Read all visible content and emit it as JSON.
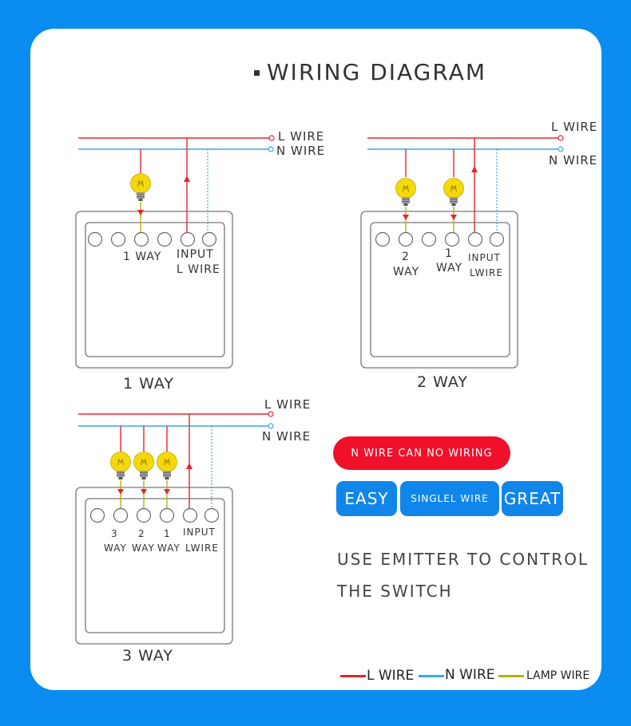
{
  "title": "WIRING DIAGRAM",
  "colors": {
    "background": "#0a8cf0",
    "l_wire": "#e8242c",
    "n_wire": "#3aa7d8",
    "lamp_wire": "#b8b000",
    "badge_red": "#f0102a",
    "badge_blue": "#1186ea",
    "bulb": "#f5d80a"
  },
  "diagrams": {
    "one_way": {
      "caption": "1 WAY",
      "l_wire": "L WIRE",
      "n_wire": "N WIRE",
      "terminals": {
        "t1": "1 WAY",
        "input": "INPUT",
        "lwire": "L WIRE"
      }
    },
    "two_way": {
      "caption": "2 WAY",
      "l_wire": "L WIRE",
      "n_wire": "N WIRE",
      "terminals": {
        "t2_num": "2",
        "t2_way": "WAY",
        "t1_num": "1",
        "t1_way": "WAY",
        "input": "INPUT",
        "lwire": "LWIRE"
      }
    },
    "three_way": {
      "caption": "3 WAY",
      "l_wire": "L WIRE",
      "n_wire": "N WIRE",
      "terminals": {
        "t3_num": "3",
        "t3_way": "WAY",
        "t2_num": "2",
        "t2_way": "WAY",
        "t1_num": "1",
        "t1_way": "WAY",
        "input": "INPUT",
        "lwire": "LWIRE"
      }
    }
  },
  "badges": {
    "n_wire_note": "N WIRE CAN NO WIRING",
    "easy": "EASY",
    "single": "SINGLEL WIRE",
    "great": "GREAT"
  },
  "note": {
    "line1": "USE EMITTER TO CONTROL",
    "line2": "THE SWITCH"
  },
  "legend": {
    "l": "L WIRE",
    "n": "N WIRE",
    "lamp": "LAMP WIRE"
  }
}
